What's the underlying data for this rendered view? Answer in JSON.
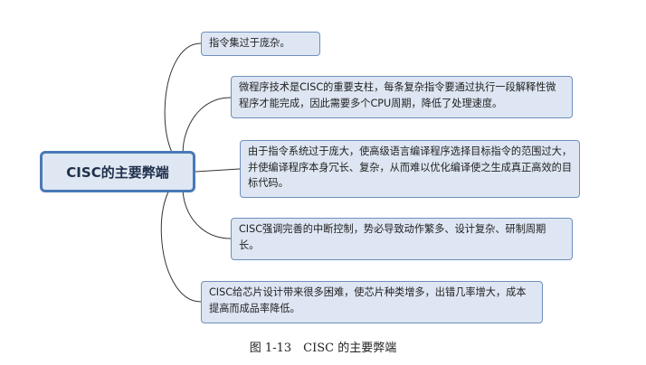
{
  "diagram": {
    "root": "CISC的主要弊端",
    "leaves": [
      "指令集过于庞杂。",
      "微程序技术是CISC的重要支柱，每条复杂指令要通过执行一段解释性微程序才能完成，因此需要多个CPU周期，降低了处理速度。",
      "由于指令系统过于庞大，使高级语言编译程序选择目标指令的范围过大，并使编译程序本身冗长、复杂，从而难以优化编译使之生成真正高效的目标代码。",
      "CISC强调完善的中断控制，势必导致动作繁多、设计复杂、研制周期长。",
      "CISC给芯片设计带来很多困难，使芯片种类增多，出错几率增大，成本提高而成品率降低。"
    ]
  },
  "caption": "图 1-13　CISC 的主要弊端",
  "colors": {
    "root_border": "#4a79b6",
    "root_fill": "#dfe7f3",
    "leaf_border": "#6e8fbc",
    "leaf_fill": "#dde6f2",
    "connector": "#333333"
  }
}
